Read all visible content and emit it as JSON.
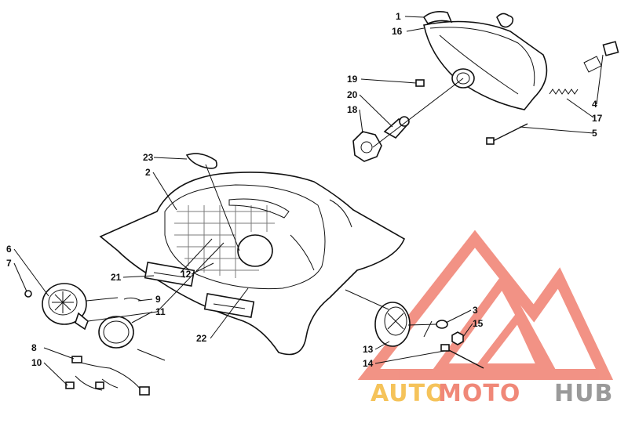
{
  "diagram": {
    "callouts": [
      "1",
      "16",
      "19",
      "20",
      "18",
      "4",
      "17",
      "5",
      "23",
      "2",
      "6",
      "7",
      "21",
      "12",
      "9",
      "11",
      "22",
      "8",
      "10",
      "3",
      "15",
      "13",
      "14"
    ]
  },
  "watermark": {
    "auto": "AUTO",
    "moto": "MOTO",
    "hub": "HUB",
    "colors": {
      "auto": "#f5c35a",
      "moto": "#f08878",
      "hub": "#9a9a9a",
      "logo": "#f08070"
    }
  }
}
